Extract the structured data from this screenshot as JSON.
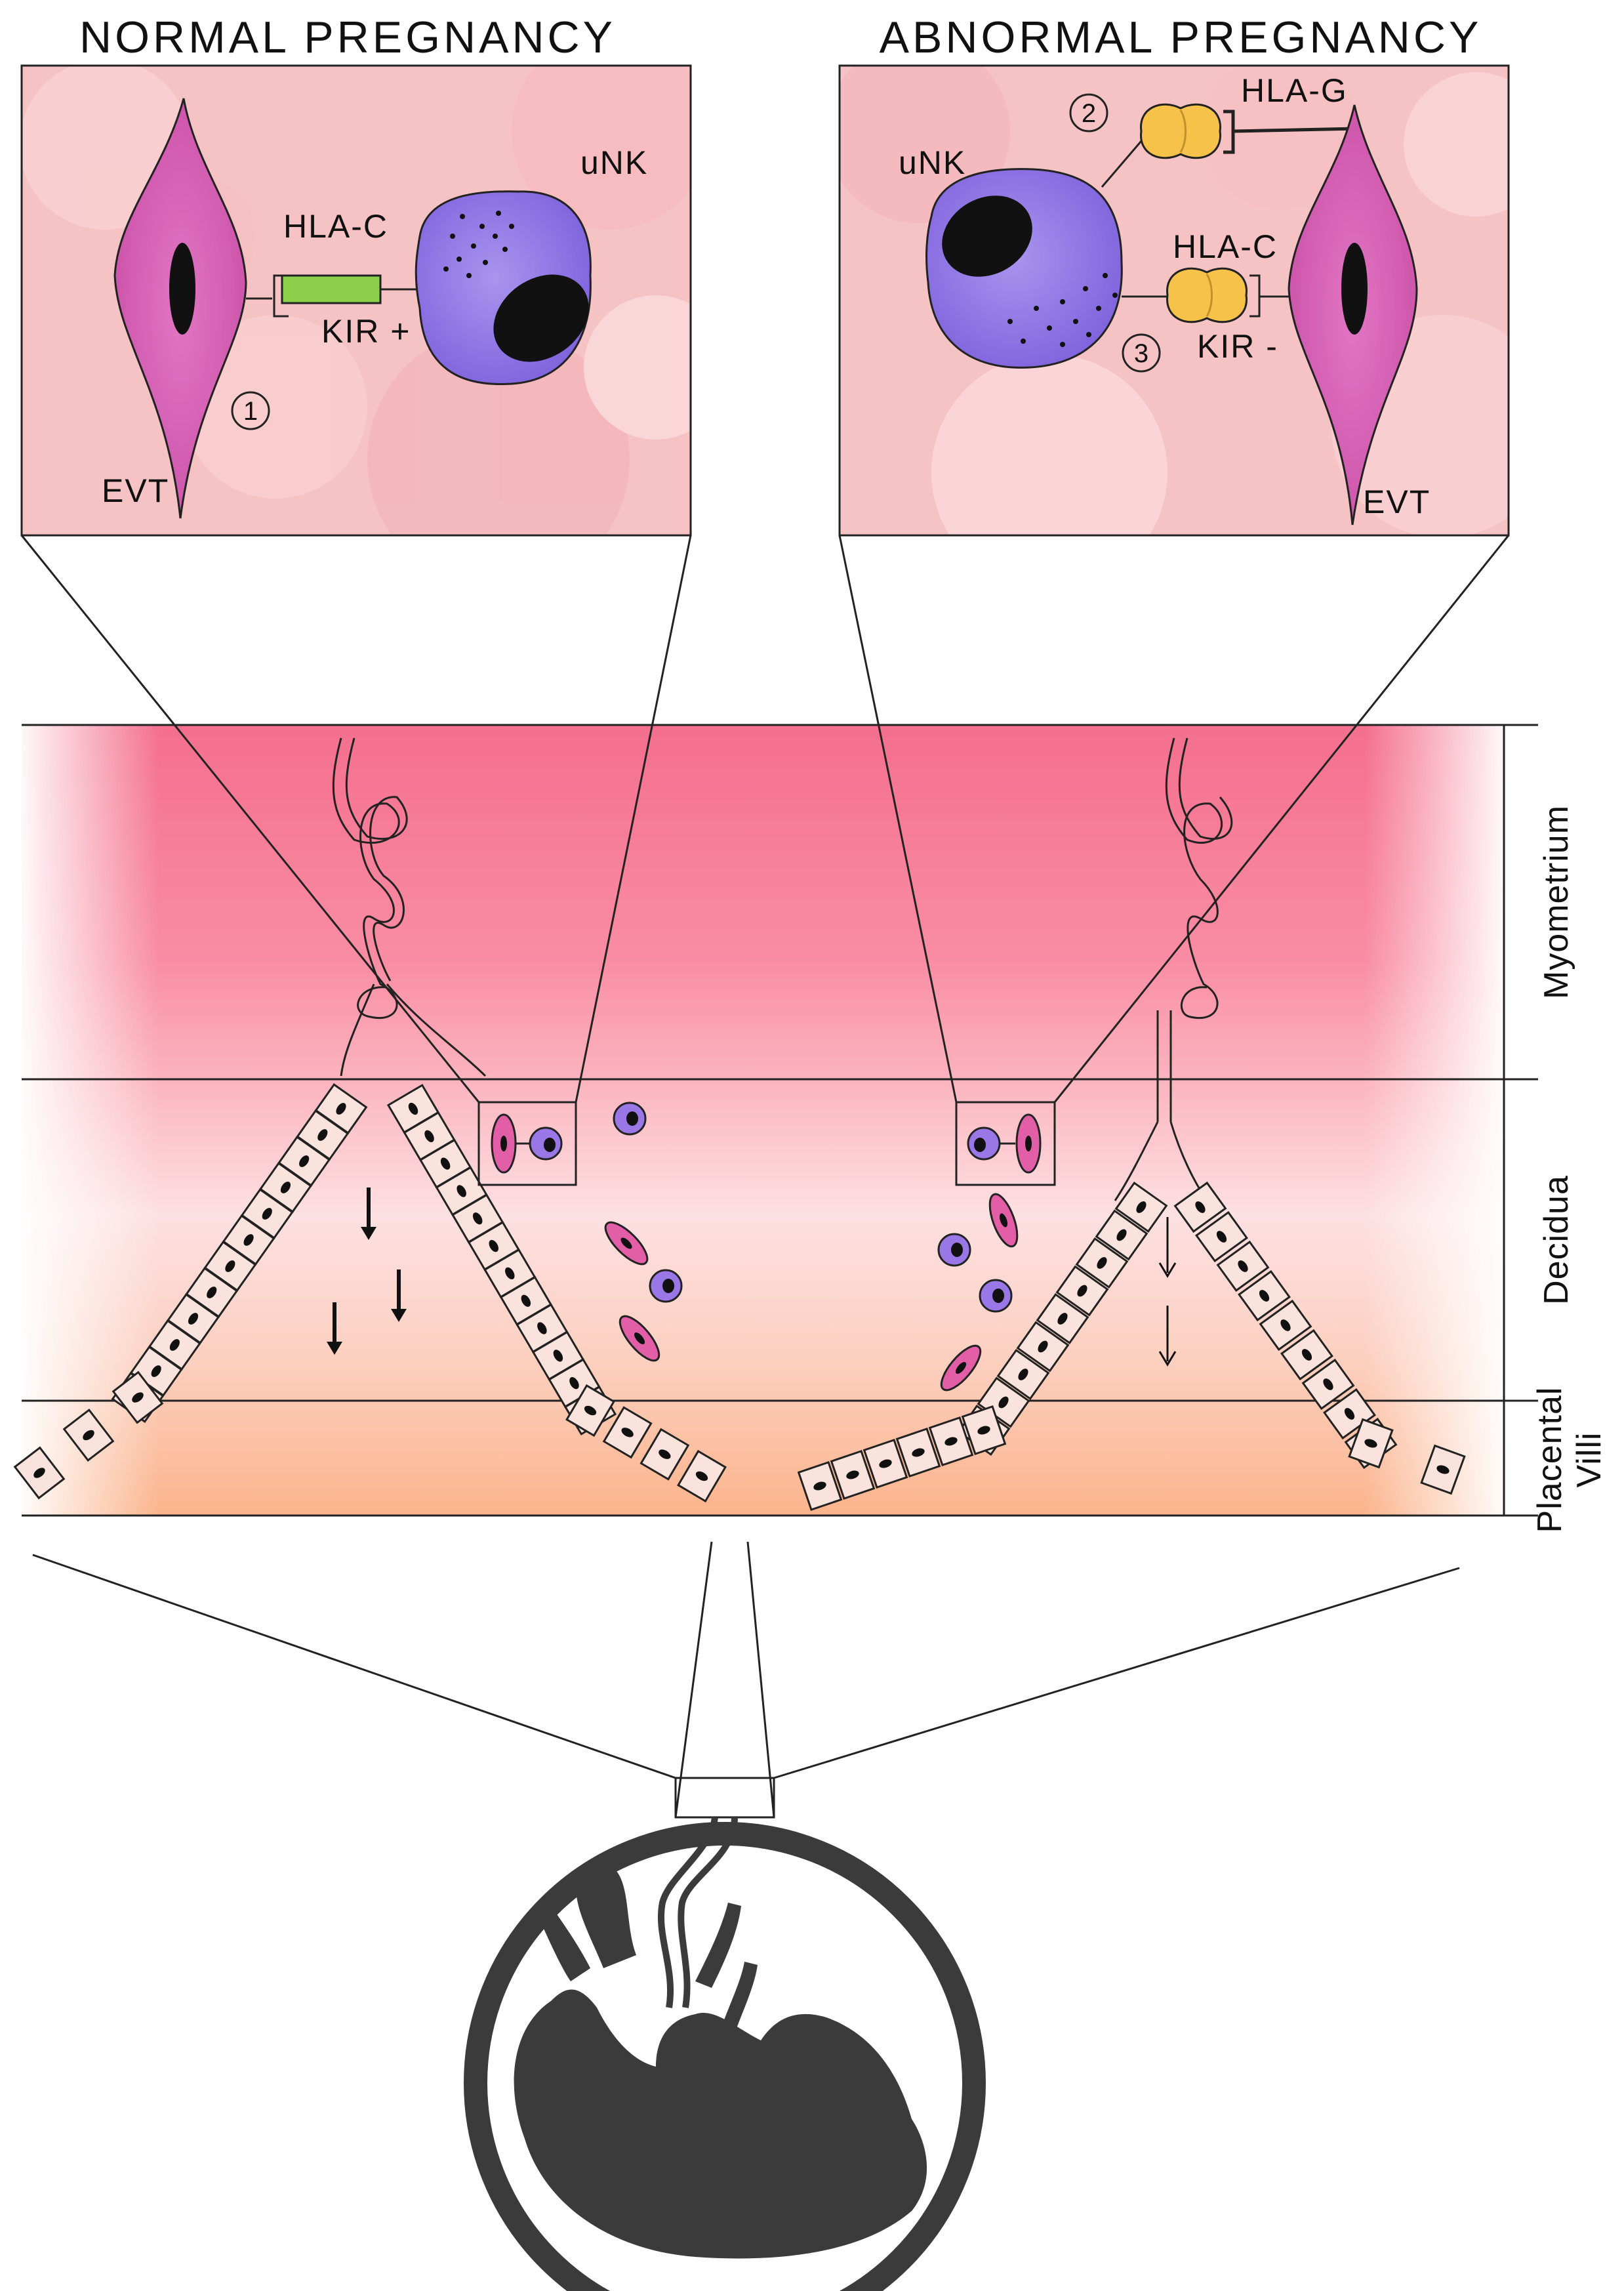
{
  "headings": {
    "normal": "NORMAL PREGNANCY",
    "abnormal": "ABNORMAL PREGNANCY"
  },
  "normal_inset": {
    "unk": "uNK",
    "hla_c": "HLA-C",
    "kir": "KIR +",
    "evt": "EVT",
    "marker": "1"
  },
  "abnormal_inset": {
    "unk": "uNK",
    "hla_g": "HLA-G",
    "hla_c": "HLA-C",
    "kir": "KIR -",
    "evt": "EVT",
    "marker_g": "2",
    "marker_c": "3"
  },
  "layers": {
    "myometrium": "Myometrium",
    "decidua": "Decidua",
    "placental": "Placental",
    "villi": "Villi"
  },
  "colors": {
    "myometrium": "#f98da4",
    "decidua": "#fcd6d8",
    "villi": "#fbbf98",
    "inset_bg": "#f7c2c4",
    "unk_cell": "#9a77e6",
    "evt_cell": "#e163b8",
    "kir_positive": "#8bcf4a",
    "hla_receptor": "#f7c24a",
    "fetus": "#3b3b3b"
  }
}
